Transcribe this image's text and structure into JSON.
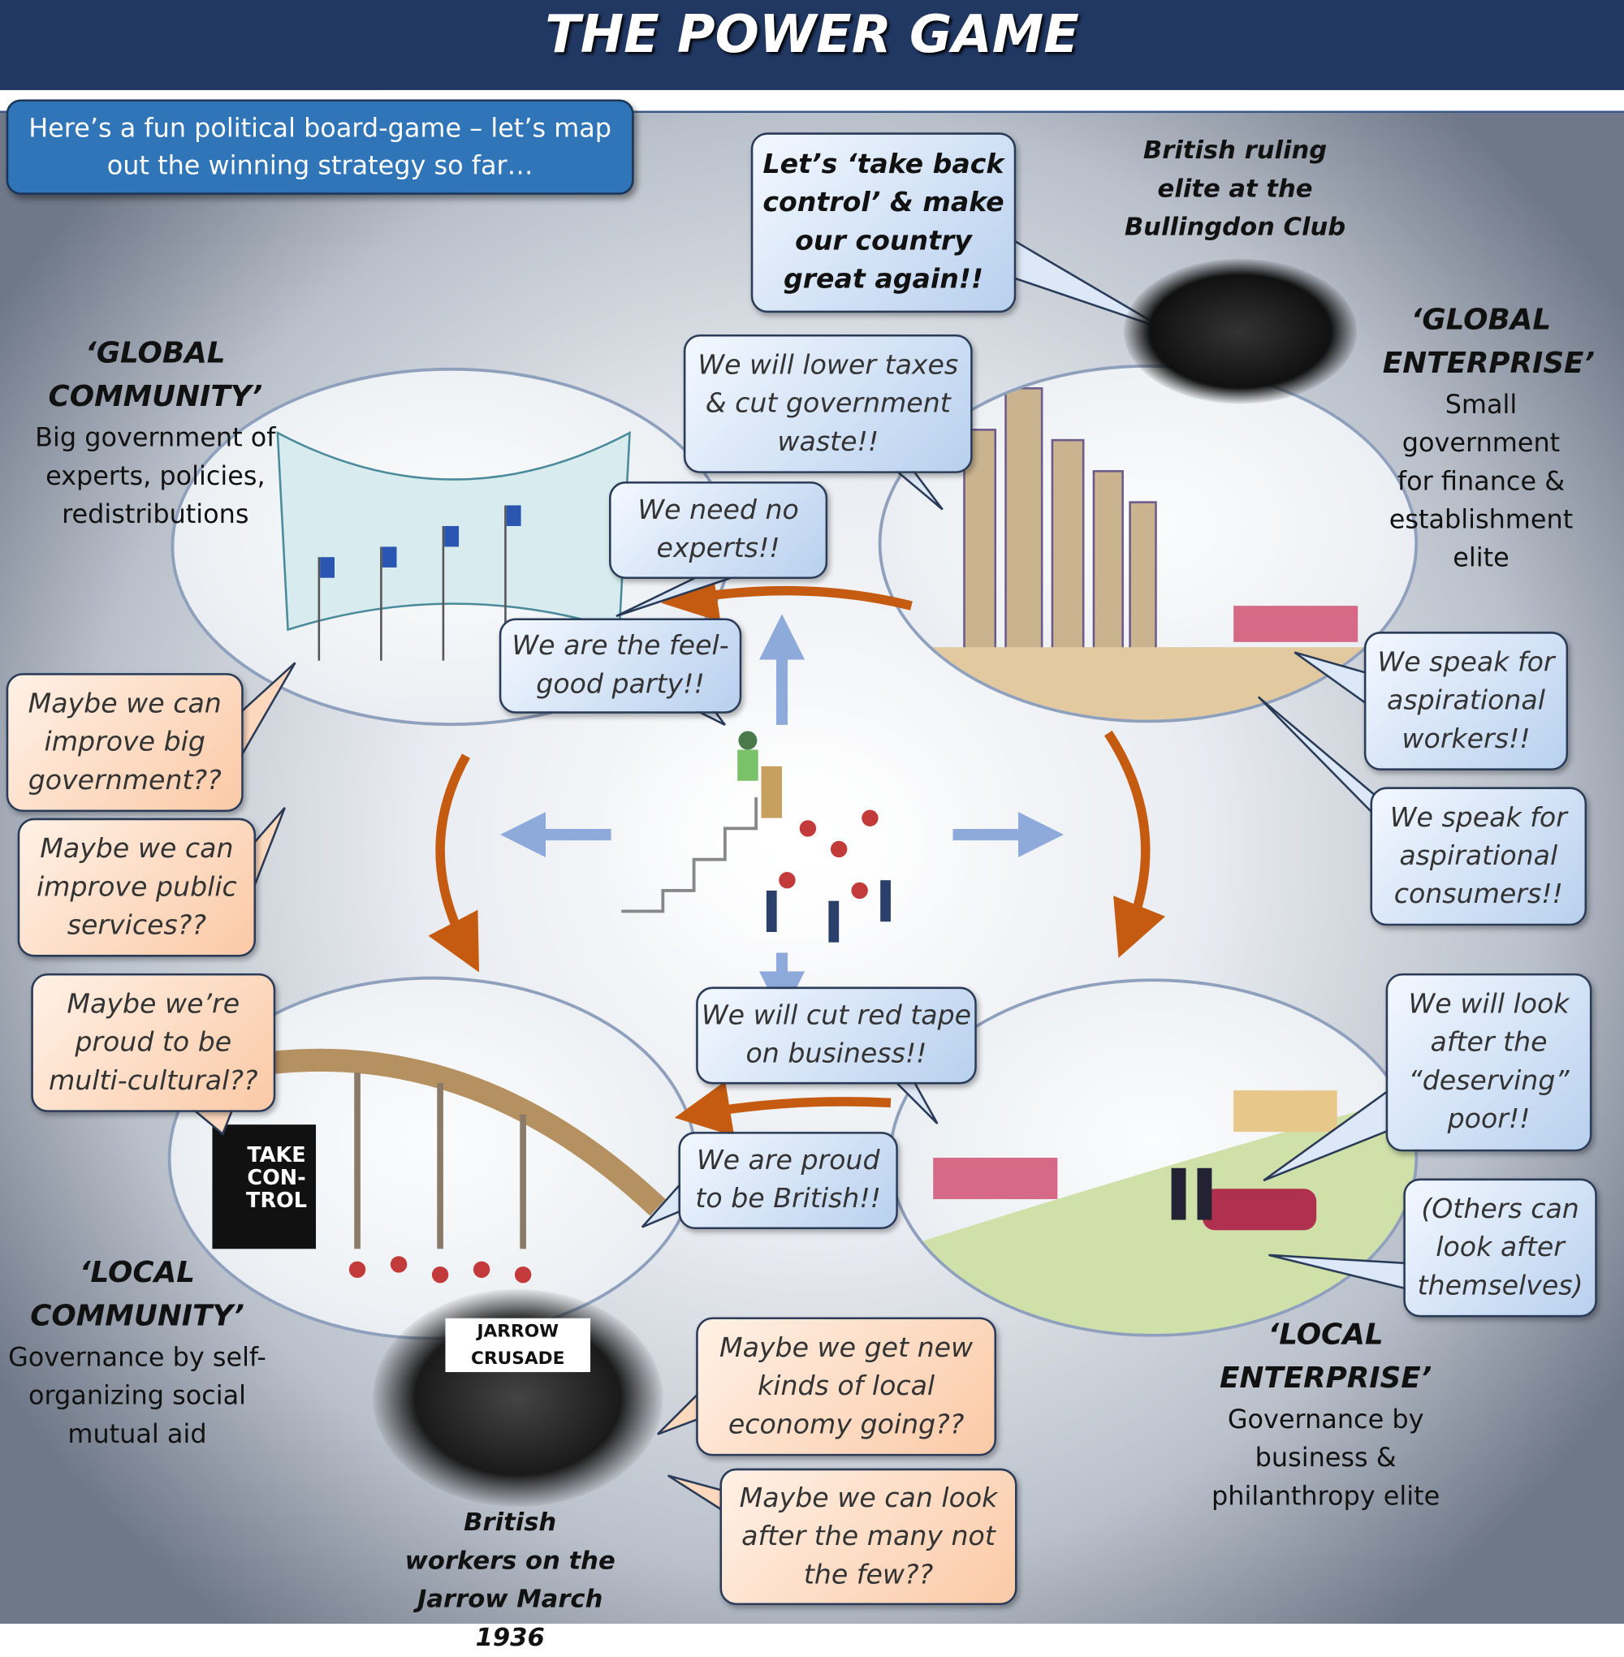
{
  "title": "THE POWER GAME",
  "intro": "Here’s a fun political board-game – let’s map out the winning strategy so far…",
  "quadrants": {
    "global_community": {
      "title": "‘GLOBAL COMMUNITY’",
      "desc": "Big government of experts, policies, redistributions"
    },
    "global_enterprise": {
      "title": "‘GLOBAL ENTERPRISE’",
      "desc": "Small government for finance & establishment elite"
    },
    "local_community": {
      "title": "‘LOCAL COMMUNITY’",
      "desc": "Governance by self-organizing social mutual aid"
    },
    "local_enterprise": {
      "title": "‘LOCAL ENTERPRISE’",
      "desc": "Governance by business & philanthropy elite"
    }
  },
  "photos": {
    "bullingdon": "British ruling elite at the Bullingdon Club",
    "jarrow": "British workers on the Jarrow March 1936",
    "jarrow_banner": "JARROW CRUSADE",
    "take_control_sign": "TAKE CON-TROL"
  },
  "bubbles": {
    "take_back_control": "Let’s ‘take back control’ & make our country great again!!",
    "lower_taxes": "We will lower taxes & cut government waste!!",
    "no_experts": "We need no experts!!",
    "feel_good": "We are the feel-good party!!",
    "aspirational_workers": "We speak for aspirational workers!!",
    "aspirational_consumers": "We speak for aspirational consumers!!",
    "cut_red_tape": "We will cut red tape on business!!",
    "proud_british": "We are proud to be British!!",
    "deserving_poor": "We will look after the “deserving” poor!!",
    "others_themselves": "(Others can look after themselves)",
    "improve_big_gov": "Maybe we can improve big government??",
    "improve_public_services": "Maybe we can improve public services??",
    "multi_cultural": "Maybe we’re proud to be multi-cultural??",
    "local_economy": "Maybe we get new kinds of local economy going??",
    "many_not_few": "Maybe we can look after the many not the few??"
  },
  "colors": {
    "header": "#213863",
    "intro": "#2f75b8",
    "arrow_orange": "#c55a11",
    "arrow_blue": "#8eaadb"
  }
}
